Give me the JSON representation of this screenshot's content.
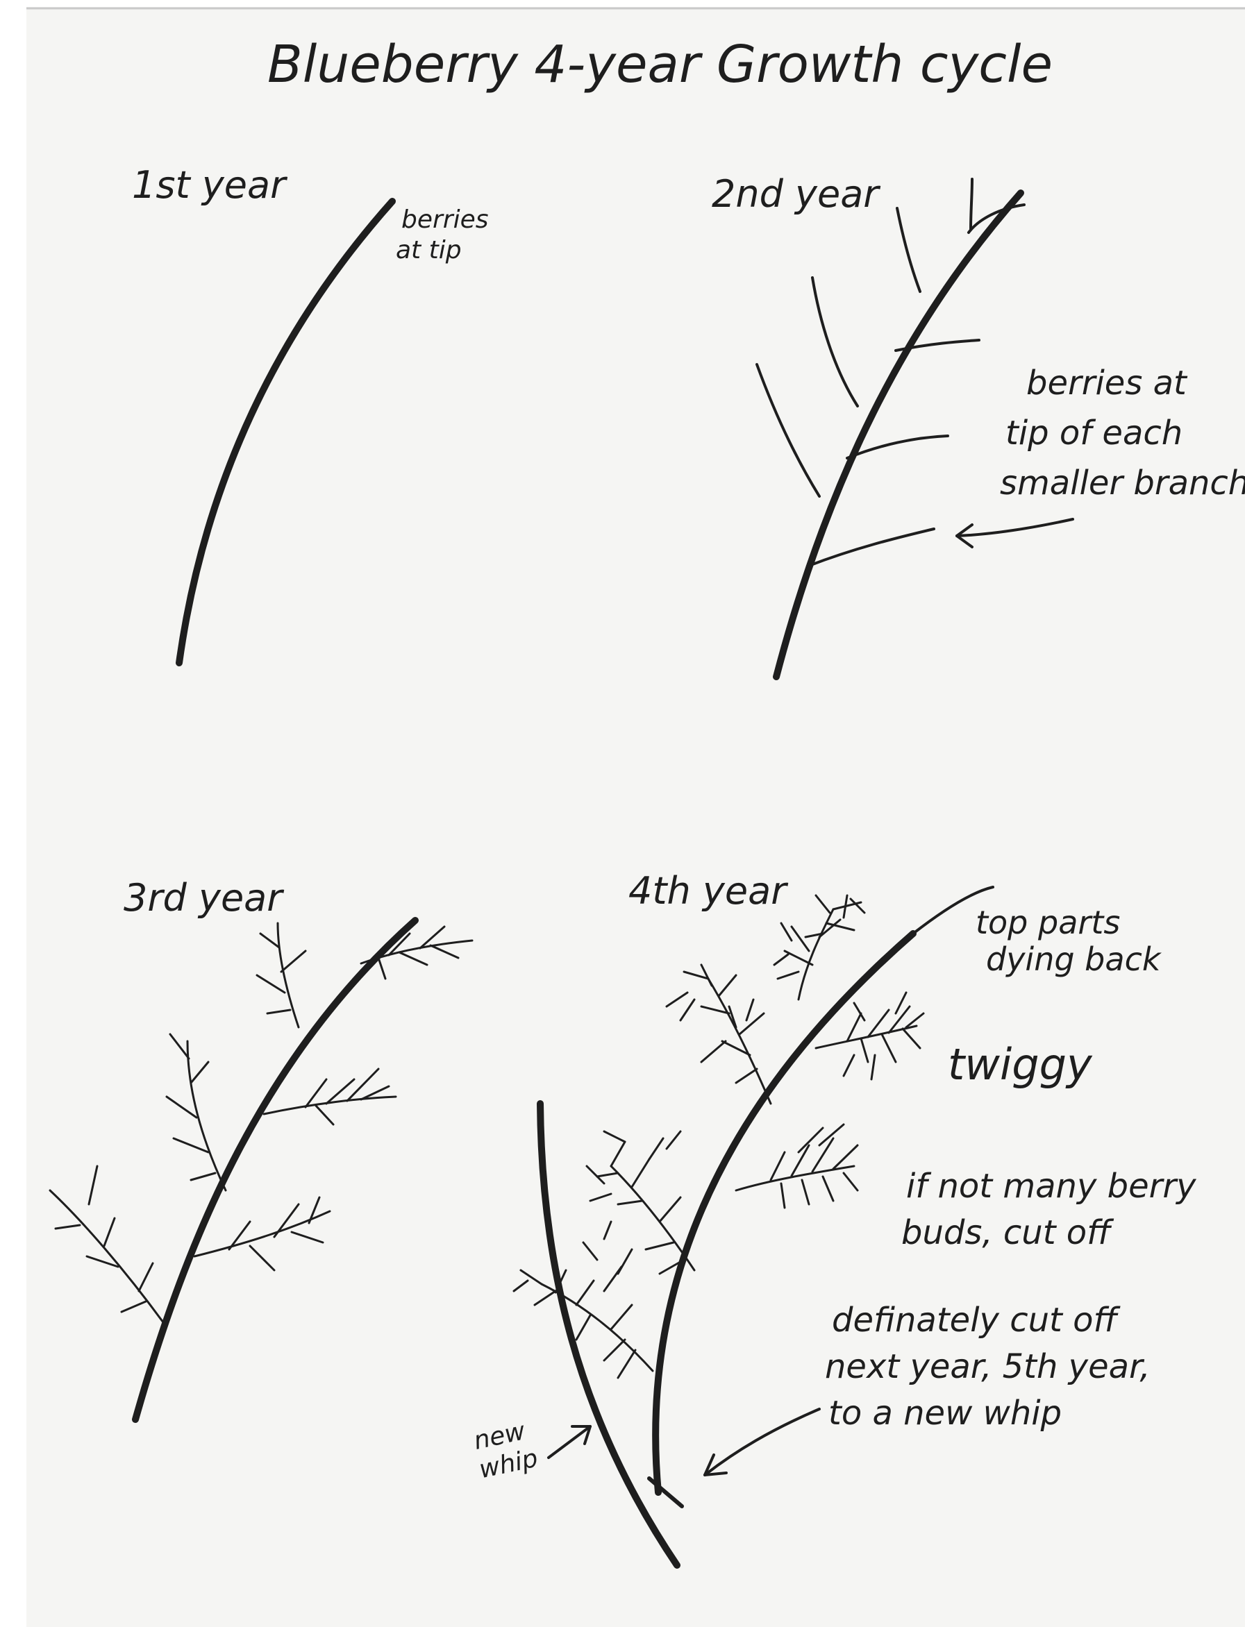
{
  "title": "Blueberry 4-year Growth cycle",
  "panels": [
    {
      "label": "1st year",
      "notes": [
        "berries",
        "at tip"
      ]
    },
    {
      "label": "2nd year",
      "notes": [
        "berries at",
        "tip of each",
        "smaller branch"
      ]
    },
    {
      "label": "3rd year",
      "notes": []
    },
    {
      "label": "4th year",
      "notes": [
        "top parts",
        "dying back",
        "twiggy",
        "if not many berry",
        "buds, cut off",
        "definately cut off",
        "next year, 5th year,",
        "to a new whip",
        "new",
        "whip"
      ]
    }
  ],
  "colors": {
    "paper": "#f5f5f3",
    "ink": "#1e1e1e"
  }
}
